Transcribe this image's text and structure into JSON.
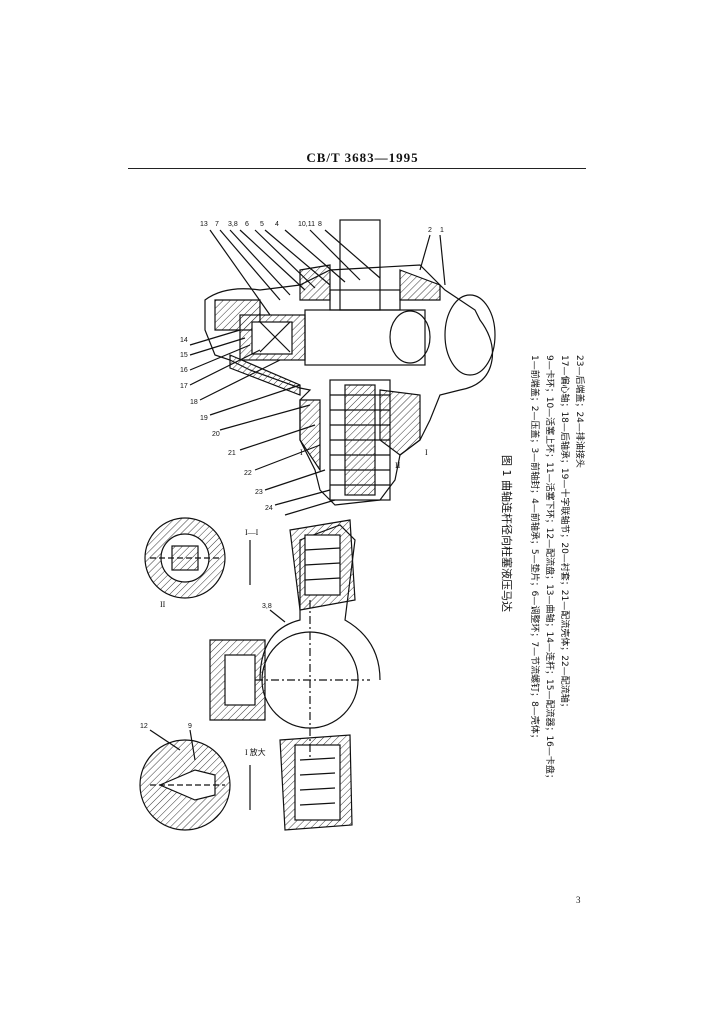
{
  "header": {
    "standard_code": "CB/T 3683—1995"
  },
  "page_number": "3",
  "figure": {
    "title": "图 1  曲轴连杆径向柱塞液压马达",
    "legend_lines": [
      "1—前端盖；2—压盖；3—前轴封；4—前轴承；5—垫片；6—调整环；7—节流螺钉；8—壳体；",
      "9—卡环；10—活塞上环；11—活塞下环；12—配流盘；13—曲轴；14—连杆；15—配流器；16—卡盘；",
      "17—偏心轴；18—后轴承；19—十字联轴节；20—衬套；21—配流壳体；22—配流轴；",
      "23—后端盖；24—排油接头"
    ],
    "section_labels": {
      "section_I": "I—I",
      "section_enlarged": "I 放大",
      "mark_I_a": "I",
      "mark_I_b": "I",
      "mark_II_a": "II",
      "mark_II_b": "II"
    },
    "part_labels": [
      "1",
      "2",
      "3",
      "4",
      "5",
      "6",
      "7",
      "8",
      "9",
      "10,11",
      "12",
      "13",
      "14",
      "15",
      "16",
      "17",
      "18",
      "19",
      "20",
      "21",
      "22",
      "23",
      "24",
      "3,8",
      "7",
      "8"
    ]
  }
}
